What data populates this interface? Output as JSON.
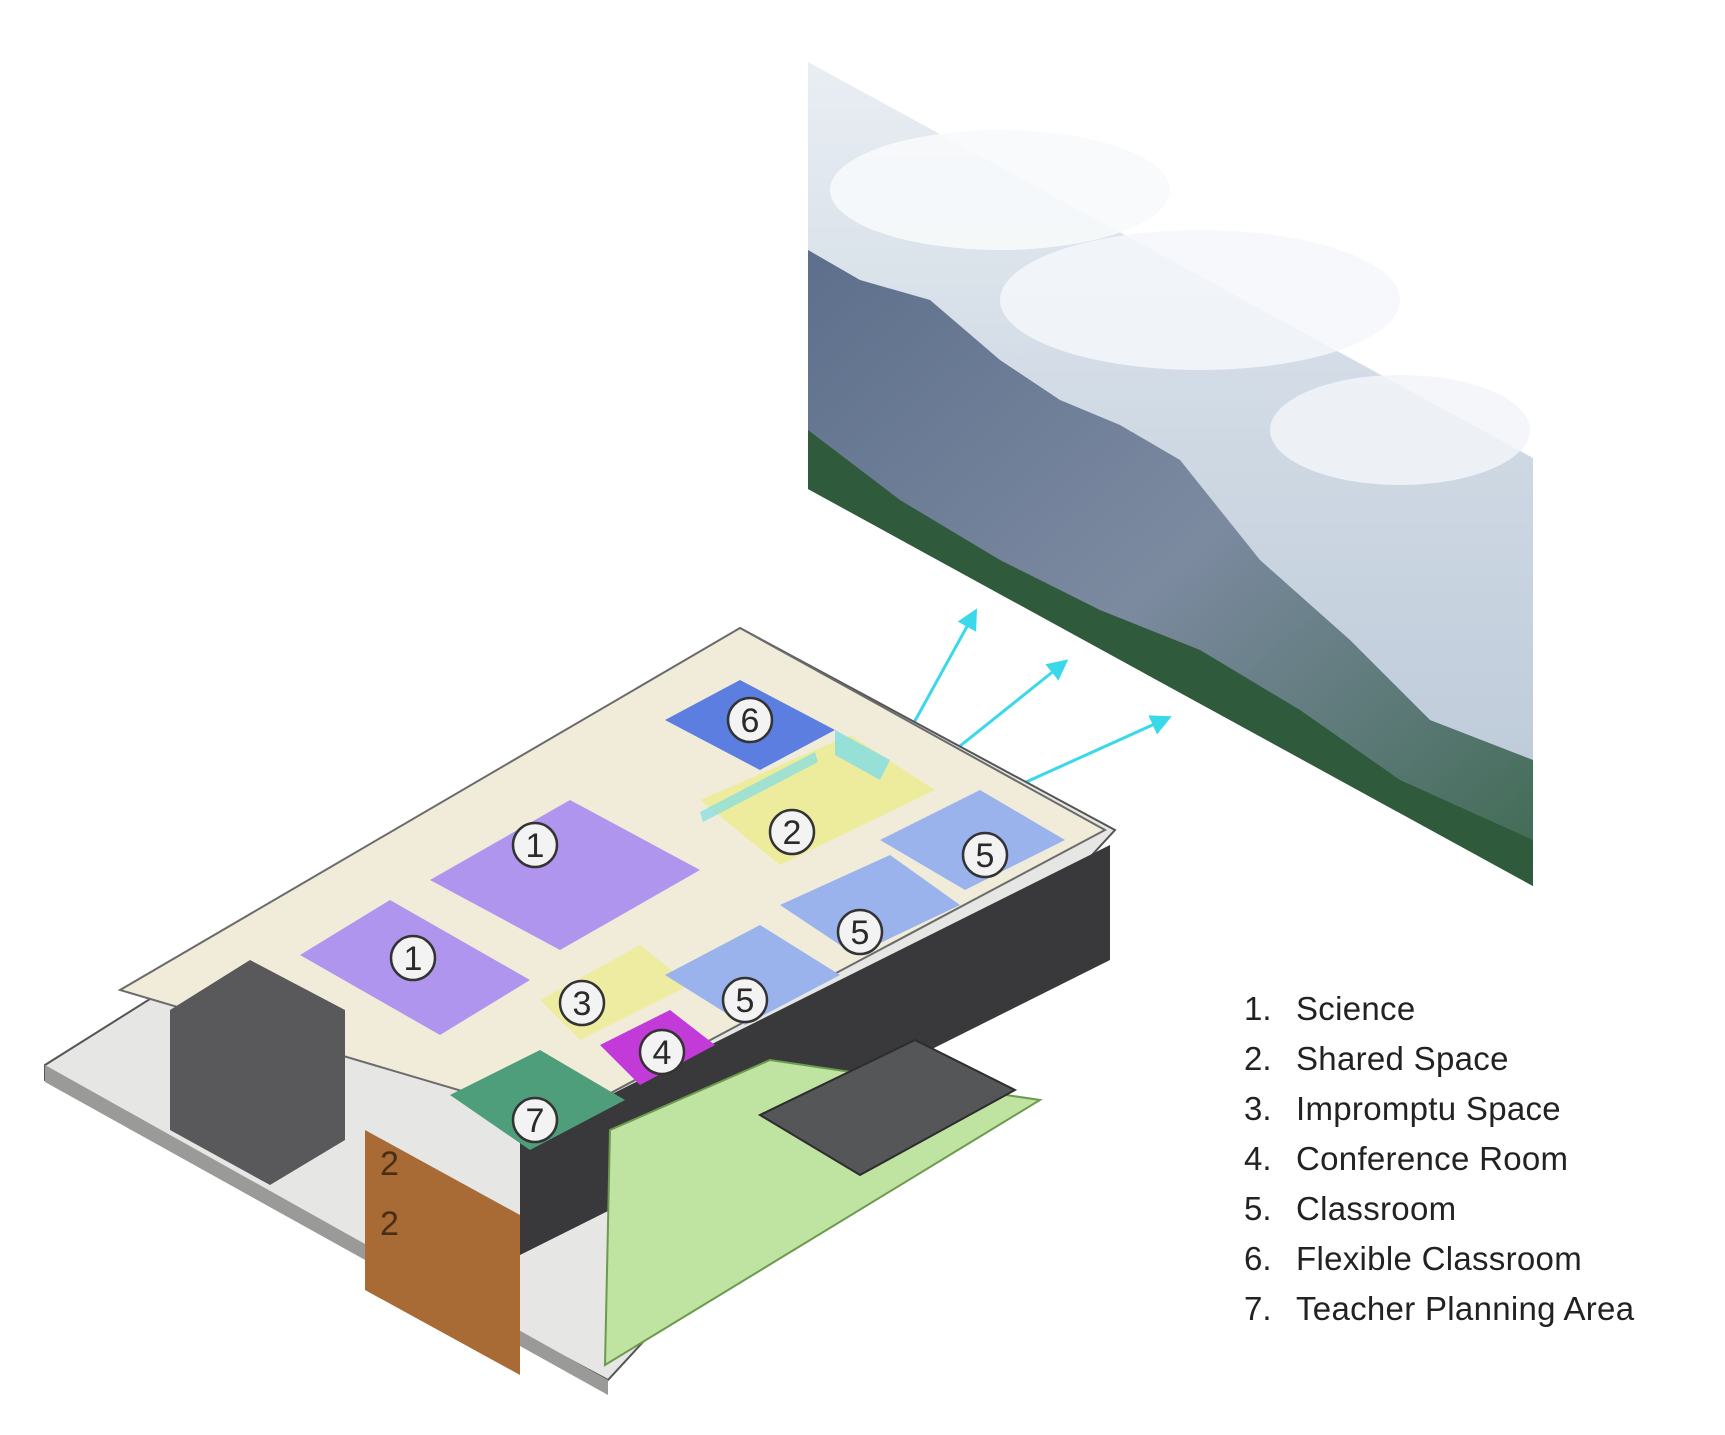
{
  "legend": {
    "items": [
      {
        "number": "1.",
        "label": "Science"
      },
      {
        "number": "2.",
        "label": "Shared Space"
      },
      {
        "number": "3.",
        "label": "Impromptu Space"
      },
      {
        "number": "4.",
        "label": "Conference Room"
      },
      {
        "number": "5.",
        "label": "Classroom"
      },
      {
        "number": "6.",
        "label": "Flexible Classroom"
      },
      {
        "number": "7.",
        "label": "Teacher Planning Area"
      }
    ]
  },
  "markers": [
    {
      "id": "science-a",
      "label": "1",
      "room": "Science"
    },
    {
      "id": "science-b",
      "label": "1",
      "room": "Science"
    },
    {
      "id": "shared",
      "label": "2",
      "room": "Shared Space"
    },
    {
      "id": "impromptu",
      "label": "3",
      "room": "Impromptu Space"
    },
    {
      "id": "conference",
      "label": "4",
      "room": "Conference Room"
    },
    {
      "id": "classroom-a",
      "label": "5",
      "room": "Classroom"
    },
    {
      "id": "classroom-b",
      "label": "5",
      "room": "Classroom"
    },
    {
      "id": "classroom-c",
      "label": "5",
      "room": "Classroom"
    },
    {
      "id": "flexible",
      "label": "6",
      "room": "Flexible Classroom"
    },
    {
      "id": "planning",
      "label": "7",
      "room": "Teacher Planning Area"
    }
  ],
  "floor_numbers": [
    "2",
    "2"
  ],
  "colors": {
    "science": "#a98cf0",
    "shared": "#ecec9a",
    "conference": "#c23ad8",
    "classroom": "#9ab3ec",
    "flexible": "#5b7ee0",
    "planning": "#4f9e7b",
    "lawn": "#bfe3a0",
    "view_arrow": "#3ad9ea",
    "exterior_dark": "#3a3a3c",
    "wood": "#a86b35"
  }
}
